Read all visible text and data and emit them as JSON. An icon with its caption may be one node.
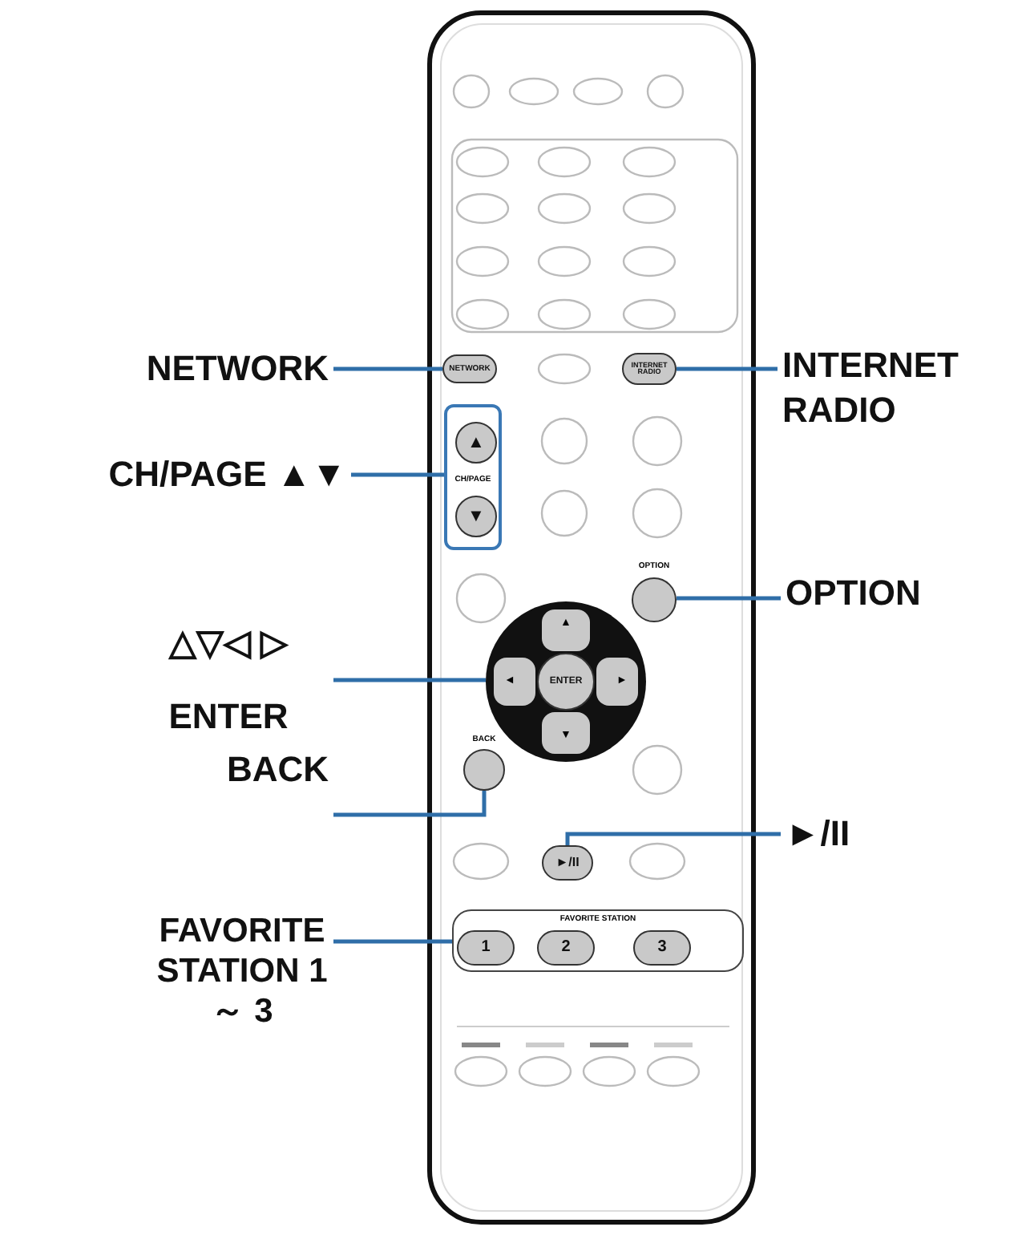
{
  "diagram": {
    "nodes": [
      {
        "text": [
          "NETWORK"
        ]
      },
      {
        "text": [
          "NETWORK"
        ]
      },
      {
        "text": [
          "INTERNET RADIO"
        ]
      },
      {
        "text": [
          "INTERNET RADIO"
        ]
      },
      {
        "text": [
          "CH/PAGE ▲▼"
        ]
      },
      {
        "text": [
          "CH/PAGE"
        ]
      },
      {
        "text": [
          "▲"
        ],
        "in": 5
      },
      {
        "text": [
          "▼"
        ],
        "in": 5
      },
      {
        "text": [
          "OPTION"
        ]
      },
      {
        "text": [
          "OPTION"
        ]
      },
      {
        "text": [
          "△▽◁ ▷ ENTER"
        ]
      },
      {
        "text": [
          "▲",
          "◄",
          "►",
          "▼"
        ]
      },
      {
        "text": [
          "ENTER"
        ],
        "in": 11
      },
      {
        "text": [
          "BACK"
        ]
      },
      {
        "text": [
          "BACK"
        ]
      },
      {
        "text": [
          "►/II"
        ]
      },
      {
        "text": [
          "►/II"
        ]
      },
      {
        "text": [
          "FAVORITE STATION 1 ～ 3"
        ]
      },
      {
        "text": [
          "FAVORITE STATION"
        ]
      },
      {
        "text": [
          "1"
        ],
        "in": 18
      },
      {
        "text": [
          "2"
        ],
        "in": 18
      },
      {
        "text": [
          "3"
        ],
        "in": 18
      }
    ],
    "edges": [
      {
        "from": 0,
        "to": 1,
        "arrow": "none"
      },
      {
        "from": 2,
        "to": 3,
        "arrow": "none"
      },
      {
        "from": 4,
        "to": 5,
        "arrow": "none"
      },
      {
        "from": 8,
        "to": 9,
        "arrow": "none"
      },
      {
        "from": 10,
        "to": 11,
        "arrow": "none"
      },
      {
        "from": 13,
        "to": 14,
        "arrow": "none"
      },
      {
        "from": 15,
        "to": 16,
        "arrow": "none"
      },
      {
        "from": 17,
        "to": 18,
        "arrow": "none"
      }
    ]
  }
}
